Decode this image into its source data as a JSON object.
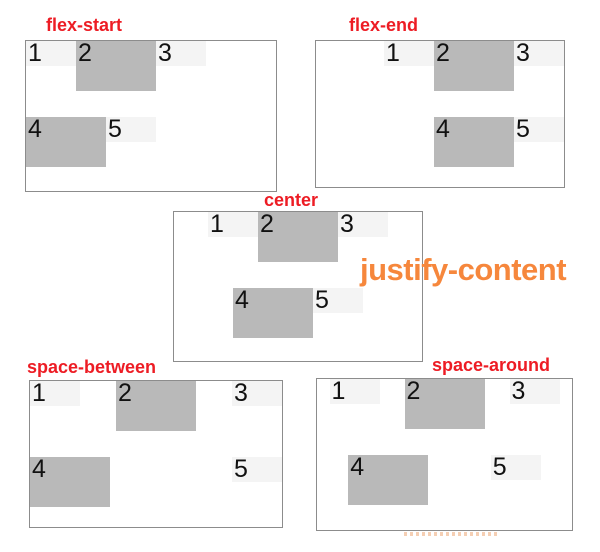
{
  "heading": {
    "text": "justify-content",
    "color": "#F6873C"
  },
  "panels": [
    {
      "label": "flex-start",
      "justify": "flex-start",
      "items": [
        {
          "num": "1",
          "size": "small"
        },
        {
          "num": "2",
          "size": "large"
        },
        {
          "num": "3",
          "size": "small"
        },
        {
          "num": "4",
          "size": "large"
        },
        {
          "num": "5",
          "size": "small"
        }
      ]
    },
    {
      "label": "flex-end",
      "justify": "flex-end",
      "items": [
        {
          "num": "1",
          "size": "small"
        },
        {
          "num": "2",
          "size": "large"
        },
        {
          "num": "3",
          "size": "small"
        },
        {
          "num": "4",
          "size": "large"
        },
        {
          "num": "5",
          "size": "small"
        }
      ]
    },
    {
      "label": "center",
      "justify": "center",
      "items": [
        {
          "num": "1",
          "size": "small"
        },
        {
          "num": "2",
          "size": "large"
        },
        {
          "num": "3",
          "size": "small"
        },
        {
          "num": "4",
          "size": "large"
        },
        {
          "num": "5",
          "size": "small"
        }
      ]
    },
    {
      "label": "space-between",
      "justify": "space-between",
      "items": [
        {
          "num": "1",
          "size": "small"
        },
        {
          "num": "2",
          "size": "large"
        },
        {
          "num": "3",
          "size": "small"
        },
        {
          "num": "4",
          "size": "large"
        },
        {
          "num": "5",
          "size": "small"
        }
      ]
    },
    {
      "label": "space-around",
      "justify": "space-around",
      "items": [
        {
          "num": "1",
          "size": "small"
        },
        {
          "num": "2",
          "size": "large"
        },
        {
          "num": "3",
          "size": "small"
        },
        {
          "num": "4",
          "size": "large"
        },
        {
          "num": "5",
          "size": "small"
        }
      ]
    }
  ],
  "colors": {
    "panel_label": "#ED1C24",
    "heading_orange": "#F6873C",
    "item_small_bg": "#F4F4F4",
    "item_large_bg": "#B9B9B9",
    "panel_border": "#8C8C8C",
    "number_text": "#111111"
  },
  "icons": {
    "watermark": "tiny-dashed-orange-watermark"
  }
}
